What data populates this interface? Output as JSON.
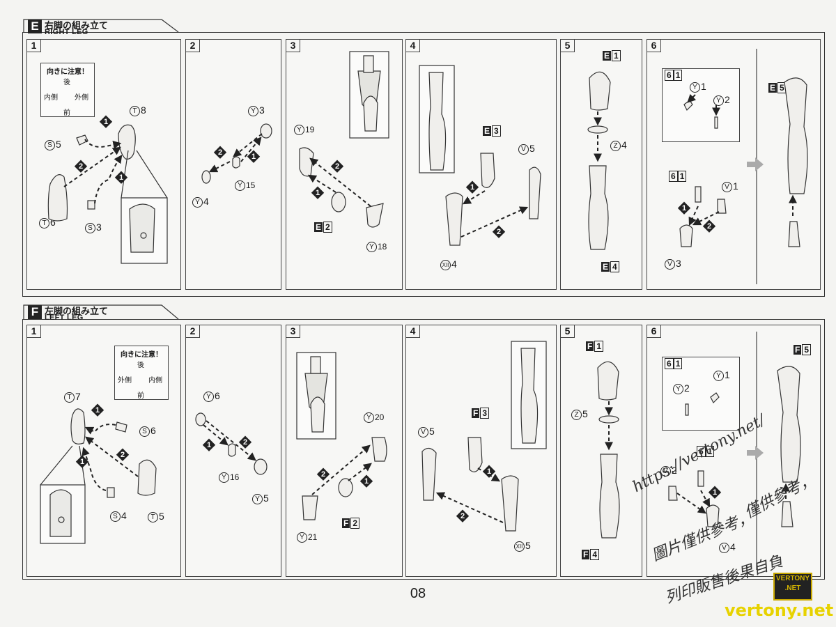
{
  "sections": {
    "E": {
      "letter": "E",
      "title_jp": "右脚の組み立て",
      "title_en": "RIGHT LEG",
      "steps": [
        "1",
        "2",
        "3",
        "4",
        "5",
        "6"
      ],
      "callout": {
        "title": "向きに注意！",
        "back": "後",
        "front": "前",
        "inner": "内側",
        "outer": "外側"
      },
      "arrows": {
        "one": "1",
        "two": "2"
      },
      "labels": {
        "s1_t8": "8",
        "s1_s5": "5",
        "s1_t6": "6",
        "s1_s3": "3",
        "s2_y3": "3",
        "s2_y4": "4",
        "s2_y15": "15",
        "s3_y19": "19",
        "s3_e2": "2",
        "s3_y18": "18",
        "s4_e3": "3",
        "s4_v5": "5",
        "s4_x4": "4",
        "s5_e1": "1",
        "s5_z4": "4",
        "s5_e4": "4",
        "s6_sub": "6",
        "s6_subn": "1",
        "s6_y1": "1",
        "s6_y2": "2",
        "s6_61": "1",
        "s6_v1": "1",
        "s6_v3": "3",
        "s6_e5": "5"
      }
    },
    "F": {
      "letter": "F",
      "title_jp": "左脚の組み立て",
      "title_en": "LEFT LEG",
      "steps": [
        "1",
        "2",
        "3",
        "4",
        "5",
        "6"
      ],
      "callout": {
        "title": "向きに注意！",
        "back": "後",
        "front": "前",
        "inner": "内側",
        "outer": "外側"
      },
      "arrows": {
        "one": "1",
        "two": "2"
      },
      "labels": {
        "s1_t7": "7",
        "s1_s6": "6",
        "s1_t5": "5",
        "s1_s4": "4",
        "s2_y6": "6",
        "s2_y16": "16",
        "s2_y5": "5",
        "s3_y20": "20",
        "s3_f2": "2",
        "s3_y21": "21",
        "s4_v5": "5",
        "s4_f3": "3",
        "s4_x5": "5",
        "s5_f1": "1",
        "s5_z5": "5",
        "s5_f4": "4",
        "s6_sub": "6",
        "s6_subn": "1",
        "s6_y2": "2",
        "s6_y1": "1",
        "s6_61": "1",
        "s6_v2": "2",
        "s6_v4": "4",
        "s6_f5": "5"
      }
    }
  },
  "glyphs": {
    "T": "T",
    "S": "S",
    "Y": "Y",
    "V": "V",
    "Z": "Z",
    "X": "XII"
  },
  "page_number": "08",
  "watermark": {
    "line1": "https://vertony.net/",
    "line2": "僅供參考，",
    "line3": "圖片僅供參考，",
    "line4": "列印販售後果自負",
    "logo_top": "VERTONY",
    "logo_bottom": ".NET",
    "site": "vertony.net"
  }
}
